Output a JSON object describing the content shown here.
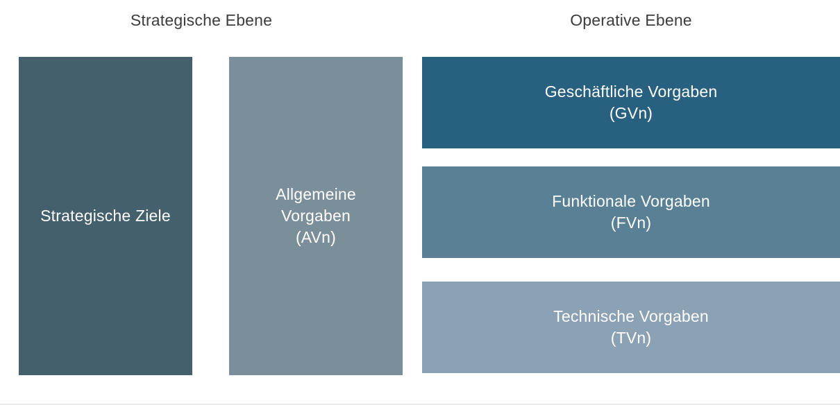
{
  "headers": {
    "strategic": "Strategische Ebene",
    "operative": "Operative Ebene"
  },
  "boxes": {
    "strategic_goals": {
      "label": "Strategische Ziele",
      "color": "#44606c"
    },
    "general_directives": {
      "label": "Allgemeine\nVorgaben\n(AVn)",
      "color": "#7b8f9a"
    },
    "business_directives": {
      "label": "Geschäftliche Vorgaben\n(GVn)",
      "color": "#28607f"
    },
    "functional_directives": {
      "label": "Funktionale Vorgaben\n(FVn)",
      "color": "#5a8096"
    },
    "technical_directives": {
      "label": "Technische Vorgaben\n(TVn)",
      "color": "#8ba1b4"
    }
  },
  "colors": {
    "header_text": "#3c3c3c",
    "box_text": "#ffffff",
    "background": "#ffffff"
  }
}
